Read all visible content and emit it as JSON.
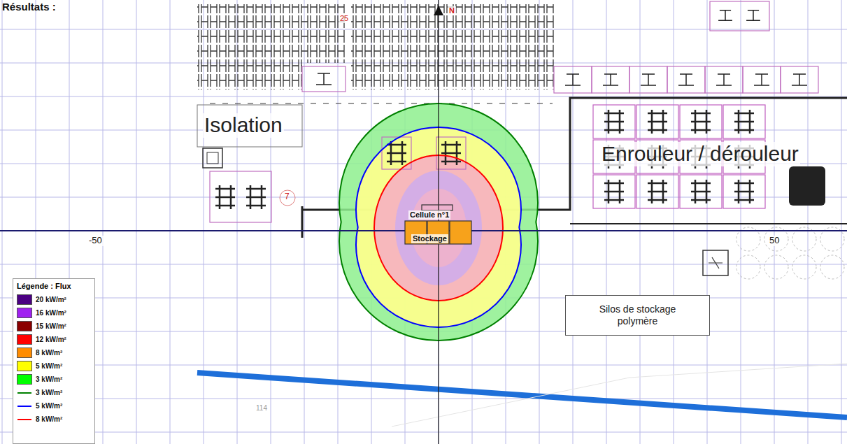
{
  "diagram": {
    "title": "Résultats :",
    "nodes": [
      {
        "text": [
          "Silos de stockage polymère"
        ]
      }
    ],
    "labels": [
      "Isolation",
      "Enrouleur / dérouleur",
      "Cellule n°1",
      "Stockage",
      "-50",
      "50",
      "7",
      "25",
      "N",
      "114",
      "Légende : Flux"
    ],
    "legend": [
      {
        "text": "20 kW/m²",
        "color": "#4b0082"
      },
      {
        "text": "16 kW/m²",
        "color": "#a020f0"
      },
      {
        "text": "15 kW/m²",
        "color": "#8b0000"
      },
      {
        "text": "12 kW/m²",
        "color": "#ff0000"
      },
      {
        "text": "8 kW/m²",
        "color": "#ff8c00"
      },
      {
        "text": "5 kW/m²",
        "color": "#ffff00"
      },
      {
        "text": "3 kW/m²",
        "color": "#00ff00"
      },
      {
        "text": "3 kW/m²"
      },
      {
        "text": "5 kW/m²"
      },
      {
        "text": "8 kW/m²"
      }
    ]
  }
}
